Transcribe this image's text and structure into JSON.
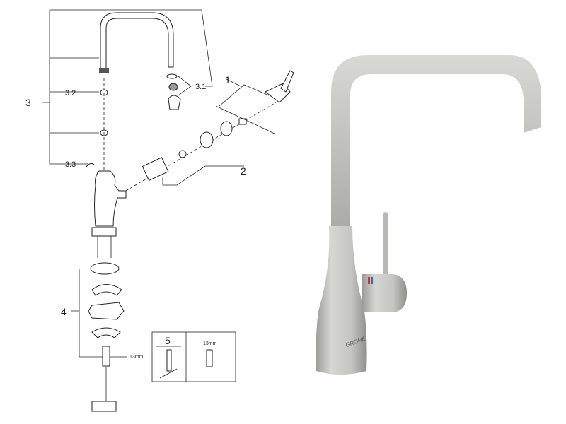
{
  "diagram": {
    "labels": {
      "part_1": "1",
      "part_2": "2",
      "part_3": "3",
      "part_3_1": "3.1",
      "part_3_2": "3.2",
      "part_3_3": "3.3",
      "part_4": "4",
      "part_4_size": "13mm",
      "part_5": "5",
      "tool_size": "13mm"
    },
    "logo_text": "GROHE"
  },
  "colors": {
    "steel": "#c9c9c6",
    "line": "#222222"
  }
}
